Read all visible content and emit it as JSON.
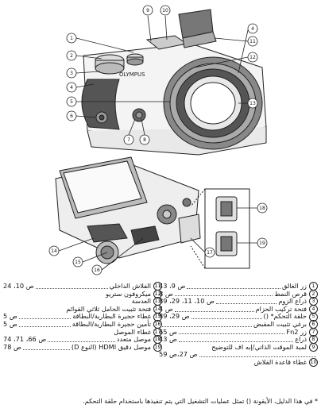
{
  "callouts_top": [
    "1",
    "2",
    "3",
    "4",
    "5",
    "6",
    "7",
    "8",
    "9",
    "10",
    "11",
    "12",
    "13"
  ],
  "callouts_bottom": [
    "14",
    "15",
    "16",
    "17",
    "18",
    "19"
  ],
  "legend_right": [
    {
      "num": "1",
      "name": "زر الغالق",
      "page": "ص 9، 43"
    },
    {
      "num": "2",
      "name": "قرص النمط",
      "page": "ص 8"
    },
    {
      "num": "3",
      "name": "ذراع الزوم",
      "page": "ص 10، 11، 29، 89"
    },
    {
      "num": "4",
      "name": "فتحة تركيب الحزام",
      "page": "ص 4"
    },
    {
      "num": "5",
      "name": "حلقة التحكم* ()",
      "page": "ص 29، 89"
    },
    {
      "num": "6",
      "name": "برغي تثبيت المقبض",
      "page": ""
    },
    {
      "num": "7",
      "name": "زر Fn2",
      "page": "ص 65"
    },
    {
      "num": "8",
      "name": "ذراع",
      "page": "ص 43"
    },
    {
      "num": "9",
      "name": "لمبة الموقت الذاتي/إبه اف للتوضيح",
      "page": ""
    },
    {
      "num": "",
      "name": "",
      "page": "ص 27،ص 59"
    },
    {
      "num": "10",
      "name": "غطاء قاعدة الفلاش",
      "page": ""
    }
  ],
  "legend_left": [
    {
      "num": "11",
      "name": "الفلاش الداخلي",
      "page": "ص 10، 24"
    },
    {
      "num": "12",
      "name": "ميكروفون ستريو",
      "page": ""
    },
    {
      "num": "13",
      "name": "العدسة",
      "page": ""
    },
    {
      "num": "14",
      "name": "فتحة تثبيت الحامل ثلاثي القوائم",
      "page": ""
    },
    {
      "num": "15",
      "name": "غطاء حجيرة البطارية/البطاقة",
      "page": "ص 5"
    },
    {
      "num": "16",
      "name": "تأمين حجيرة البطارية/البطاقة",
      "page": "ص 5"
    },
    {
      "num": "17",
      "name": "غطاء الموصل",
      "page": ""
    },
    {
      "num": "18",
      "name": "موصل متعدد",
      "page": "ص 66، 71، 74"
    },
    {
      "num": "19",
      "name": "موصل دقيق HDMI (النوع D)",
      "page": "ص 78"
    }
  ],
  "footnote": "في هذا الدليل، الأيقونة () تمثل عمليات التشغيل التي يتم تنفيذها باستخدام حلقة التحكم.",
  "footnote_mark": "*",
  "brand": "OLYMPUS"
}
